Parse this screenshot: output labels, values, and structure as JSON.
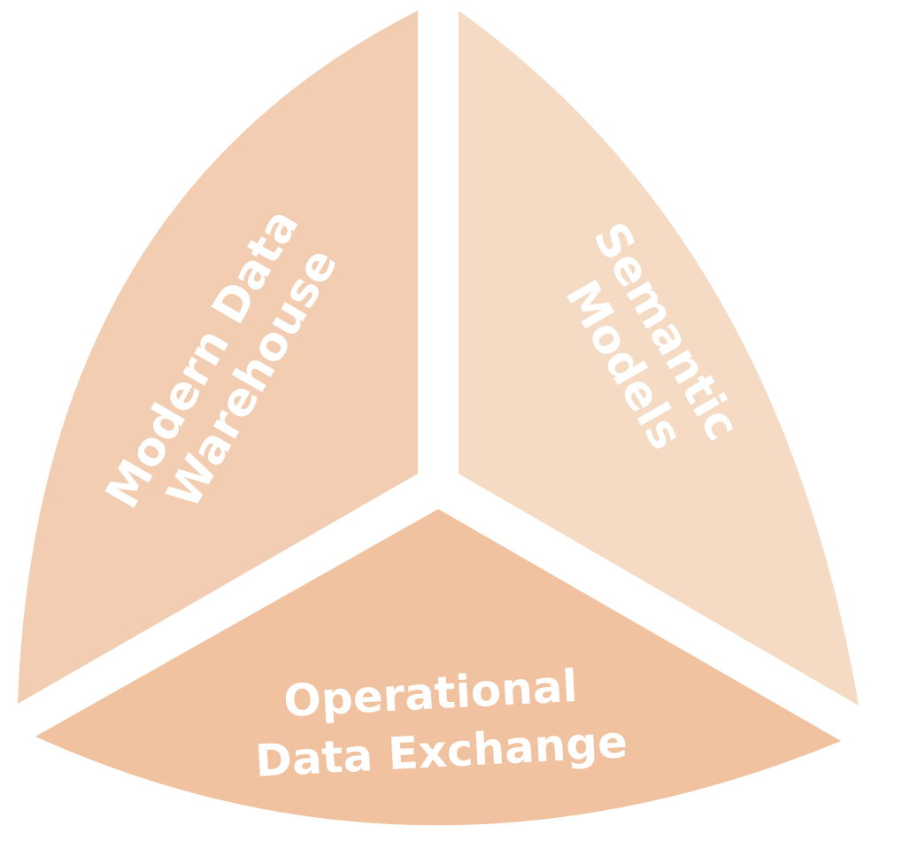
{
  "diagram": {
    "segments": [
      {
        "id": "left",
        "lines": [
          "Modern Data",
          "Warehouse"
        ],
        "color": "#f3cdb1"
      },
      {
        "id": "right",
        "lines": [
          "Semantic",
          "Models"
        ],
        "color": "#f5dac4"
      },
      {
        "id": "bottom",
        "lines": [
          "Operational",
          "Data Exchange"
        ],
        "color": "#f1c29f"
      }
    ],
    "label_color": "#ffffff"
  }
}
